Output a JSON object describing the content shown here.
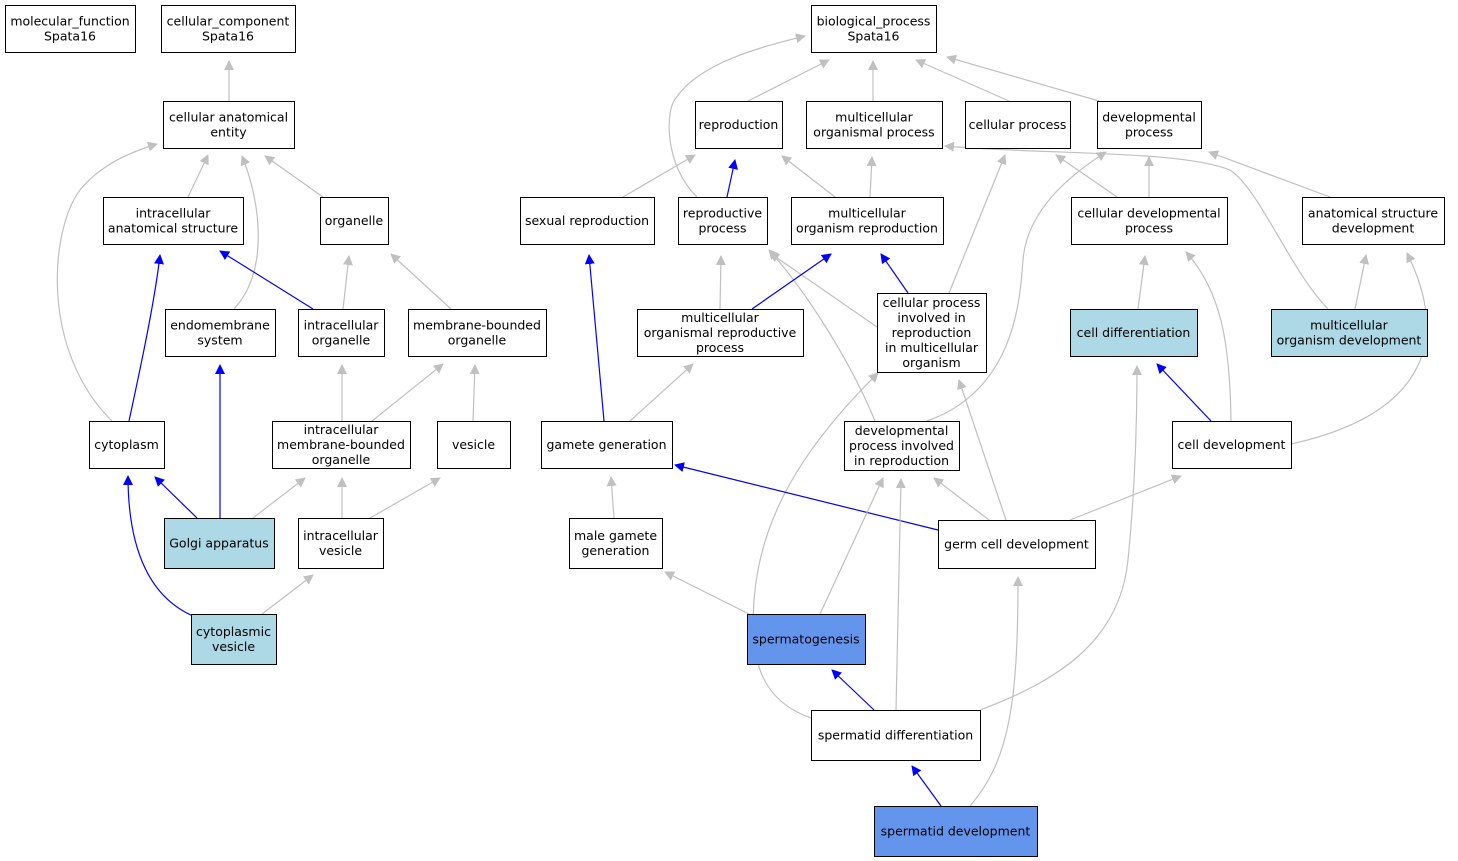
{
  "colors": {
    "default_fill": "#ffffff",
    "annotated_fill": "#add8e6",
    "highlight_fill": "#6495ed",
    "edge_gray": "#c0c0c0",
    "edge_blue": "#0000ff",
    "border": "#000000"
  },
  "nodes": {
    "mf": {
      "lines": [
        "molecular_function",
        "Spata16"
      ],
      "style": "default"
    },
    "cc": {
      "lines": [
        "cellular_component",
        "Spata16"
      ],
      "style": "default"
    },
    "bp": {
      "lines": [
        "biological_process",
        "Spata16"
      ],
      "style": "default"
    },
    "cae": {
      "lines": [
        "cellular anatomical",
        "entity"
      ],
      "style": "default"
    },
    "repro": {
      "lines": [
        "reproduction"
      ],
      "style": "default"
    },
    "mop": {
      "lines": [
        "multicellular",
        "organismal process"
      ],
      "style": "default"
    },
    "cp": {
      "lines": [
        "cellular process"
      ],
      "style": "default"
    },
    "devp": {
      "lines": [
        "developmental",
        "process"
      ],
      "style": "default"
    },
    "ias": {
      "lines": [
        "intracellular",
        "anatomical structure"
      ],
      "style": "default"
    },
    "org": {
      "lines": [
        "organelle"
      ],
      "style": "default"
    },
    "sexrep": {
      "lines": [
        "sexual reproduction"
      ],
      "style": "default"
    },
    "rp": {
      "lines": [
        "reproductive",
        "process"
      ],
      "style": "default"
    },
    "mor": {
      "lines": [
        "multicellular",
        "organism reproduction"
      ],
      "style": "default"
    },
    "cdp": {
      "lines": [
        "cellular developmental",
        "process"
      ],
      "style": "default"
    },
    "asd": {
      "lines": [
        "anatomical structure",
        "development"
      ],
      "style": "default"
    },
    "endo": {
      "lines": [
        "endomembrane",
        "system"
      ],
      "style": "default"
    },
    "io": {
      "lines": [
        "intracellular",
        "organelle"
      ],
      "style": "default"
    },
    "mbo": {
      "lines": [
        "membrane-bounded",
        "organelle"
      ],
      "style": "default"
    },
    "morp": {
      "lines": [
        "multicellular",
        "organismal reproductive",
        "process"
      ],
      "style": "default"
    },
    "cpir": {
      "lines": [
        "cellular process",
        "involved in",
        "reproduction",
        "in multicellular",
        "organism"
      ],
      "style": "default"
    },
    "celldiff": {
      "lines": [
        "cell differentiation"
      ],
      "style": "annotated"
    },
    "mod": {
      "lines": [
        "multicellular",
        "organism development"
      ],
      "style": "annotated"
    },
    "cyto": {
      "lines": [
        "cytoplasm"
      ],
      "style": "default"
    },
    "imbo": {
      "lines": [
        "intracellular",
        "membrane-bounded",
        "organelle"
      ],
      "style": "default"
    },
    "ves": {
      "lines": [
        "vesicle"
      ],
      "style": "default"
    },
    "gg": {
      "lines": [
        "gamete generation"
      ],
      "style": "default"
    },
    "dpir": {
      "lines": [
        "developmental",
        "process involved",
        "in reproduction"
      ],
      "style": "default"
    },
    "celldev": {
      "lines": [
        "cell development"
      ],
      "style": "default"
    },
    "golgi": {
      "lines": [
        "Golgi apparatus"
      ],
      "style": "annotated"
    },
    "iv": {
      "lines": [
        "intracellular",
        "vesicle"
      ],
      "style": "default"
    },
    "mgg": {
      "lines": [
        "male gamete",
        "generation"
      ],
      "style": "default"
    },
    "gcd": {
      "lines": [
        "germ cell development"
      ],
      "style": "default"
    },
    "cv": {
      "lines": [
        "cytoplasmic",
        "vesicle"
      ],
      "style": "annotated"
    },
    "spg": {
      "lines": [
        "spermatogenesis"
      ],
      "style": "highlight"
    },
    "sdiff": {
      "lines": [
        "spermatid differentiation"
      ],
      "style": "default"
    },
    "sdev": {
      "lines": [
        "spermatid development"
      ],
      "style": "highlight"
    }
  },
  "edges": [
    {
      "from": "cae",
      "to": "cc",
      "color": "gray"
    },
    {
      "from": "repro",
      "to": "bp",
      "color": "gray"
    },
    {
      "from": "mop",
      "to": "bp",
      "color": "gray"
    },
    {
      "from": "cp",
      "to": "bp",
      "color": "gray"
    },
    {
      "from": "devp",
      "to": "bp",
      "color": "gray"
    },
    {
      "from": "rp",
      "to": "bp",
      "color": "gray"
    },
    {
      "from": "ias",
      "to": "cae",
      "color": "gray"
    },
    {
      "from": "org",
      "to": "cae",
      "color": "gray"
    },
    {
      "from": "endo",
      "to": "cae",
      "color": "gray"
    },
    {
      "from": "cyto",
      "to": "cae",
      "color": "gray"
    },
    {
      "from": "sexrep",
      "to": "repro",
      "color": "gray"
    },
    {
      "from": "rp",
      "to": "repro",
      "color": "blue"
    },
    {
      "from": "mor",
      "to": "repro",
      "color": "gray"
    },
    {
      "from": "mor",
      "to": "mop",
      "color": "gray"
    },
    {
      "from": "mod",
      "to": "mop",
      "color": "gray"
    },
    {
      "from": "cdp",
      "to": "cp",
      "color": "gray"
    },
    {
      "from": "cpir",
      "to": "cp",
      "color": "gray"
    },
    {
      "from": "cdp",
      "to": "devp",
      "color": "gray"
    },
    {
      "from": "asd",
      "to": "devp",
      "color": "gray"
    },
    {
      "from": "dpir",
      "to": "devp",
      "color": "gray"
    },
    {
      "from": "io",
      "to": "ias",
      "color": "blue"
    },
    {
      "from": "cyto",
      "to": "ias",
      "color": "blue"
    },
    {
      "from": "io",
      "to": "org",
      "color": "gray"
    },
    {
      "from": "mbo",
      "to": "org",
      "color": "gray"
    },
    {
      "from": "gg",
      "to": "sexrep",
      "color": "blue"
    },
    {
      "from": "morp",
      "to": "rp",
      "color": "gray"
    },
    {
      "from": "cpir",
      "to": "rp",
      "color": "gray"
    },
    {
      "from": "dpir",
      "to": "rp",
      "color": "gray"
    },
    {
      "from": "morp",
      "to": "mor",
      "color": "blue"
    },
    {
      "from": "cpir",
      "to": "mor",
      "color": "blue"
    },
    {
      "from": "celldiff",
      "to": "cdp",
      "color": "gray"
    },
    {
      "from": "celldev",
      "to": "cdp",
      "color": "gray"
    },
    {
      "from": "mod",
      "to": "asd",
      "color": "gray"
    },
    {
      "from": "celldev",
      "to": "asd",
      "color": "gray"
    },
    {
      "from": "golgi",
      "to": "endo",
      "color": "blue"
    },
    {
      "from": "imbo",
      "to": "io",
      "color": "gray"
    },
    {
      "from": "imbo",
      "to": "mbo",
      "color": "gray"
    },
    {
      "from": "ves",
      "to": "mbo",
      "color": "gray"
    },
    {
      "from": "gg",
      "to": "morp",
      "color": "gray"
    },
    {
      "from": "sdiff",
      "to": "cpir",
      "color": "gray"
    },
    {
      "from": "gcd",
      "to": "cpir",
      "color": "gray"
    },
    {
      "from": "celldev",
      "to": "celldiff",
      "color": "blue"
    },
    {
      "from": "sdiff",
      "to": "celldiff",
      "color": "gray"
    },
    {
      "from": "golgi",
      "to": "cyto",
      "color": "blue"
    },
    {
      "from": "cv",
      "to": "cyto",
      "color": "blue"
    },
    {
      "from": "golgi",
      "to": "imbo",
      "color": "gray"
    },
    {
      "from": "iv",
      "to": "imbo",
      "color": "gray"
    },
    {
      "from": "iv",
      "to": "ves",
      "color": "gray"
    },
    {
      "from": "mgg",
      "to": "gg",
      "color": "gray"
    },
    {
      "from": "gcd",
      "to": "gg",
      "color": "blue"
    },
    {
      "from": "gcd",
      "to": "dpir",
      "color": "gray"
    },
    {
      "from": "spg",
      "to": "dpir",
      "color": "gray"
    },
    {
      "from": "sdiff",
      "to": "dpir",
      "color": "gray"
    },
    {
      "from": "gcd",
      "to": "celldev",
      "color": "gray"
    },
    {
      "from": "cv",
      "to": "iv",
      "color": "gray"
    },
    {
      "from": "spg",
      "to": "mgg",
      "color": "gray"
    },
    {
      "from": "sdev",
      "to": "gcd",
      "color": "gray"
    },
    {
      "from": "sdiff",
      "to": "spg",
      "color": "blue"
    },
    {
      "from": "sdev",
      "to": "sdiff",
      "color": "blue"
    }
  ]
}
